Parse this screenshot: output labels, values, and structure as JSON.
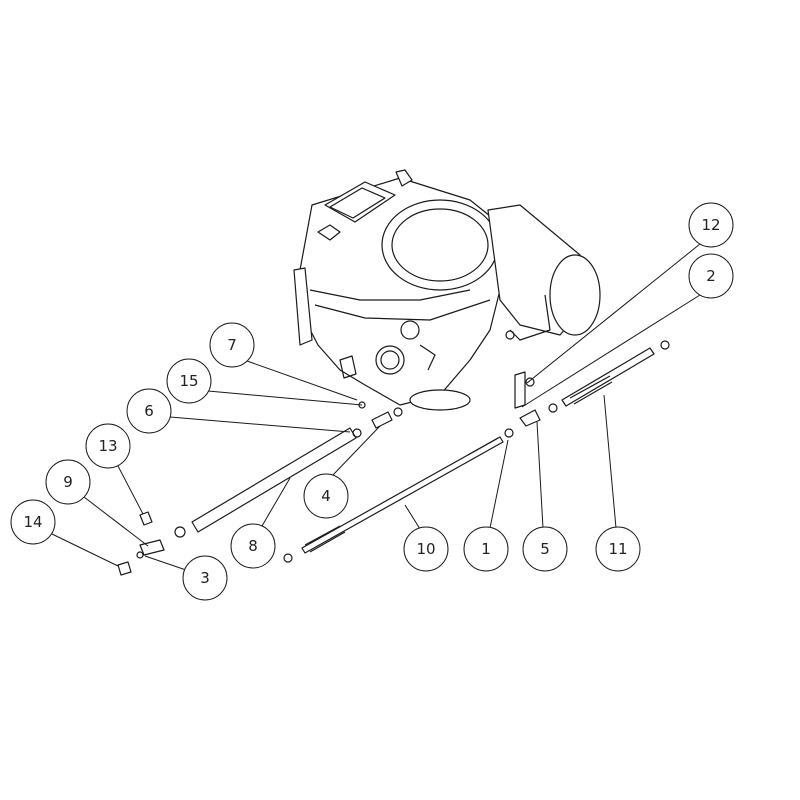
{
  "diagram": {
    "line_color": "#1a1a1a",
    "callouts": [
      {
        "label": "12"
      },
      {
        "label": "2"
      },
      {
        "label": "7"
      },
      {
        "label": "15"
      },
      {
        "label": "6"
      },
      {
        "label": "13"
      },
      {
        "label": "9"
      },
      {
        "label": "14"
      },
      {
        "label": "3"
      },
      {
        "label": "8"
      },
      {
        "label": "4"
      },
      {
        "label": "10"
      },
      {
        "label": "1"
      },
      {
        "label": "5"
      },
      {
        "label": "11"
      }
    ]
  }
}
